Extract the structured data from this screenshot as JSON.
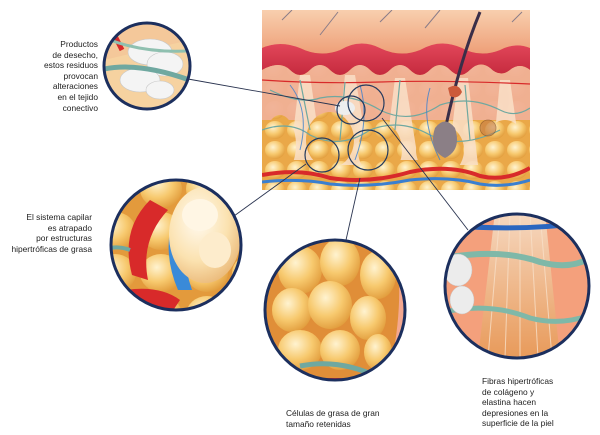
{
  "diagram": {
    "subject": "skin cross-section showing cellulite formation",
    "main_panel": {
      "name": "skin-cross-section",
      "layers": [
        "epidermis",
        "dermis",
        "hypodermis-fat"
      ]
    },
    "callouts": [
      {
        "id": "waste-products",
        "lines": [
          "Productos",
          "de desecho,",
          "estos residuos",
          "provocan",
          "alteraciones",
          "en el tejido",
          "conectivo"
        ]
      },
      {
        "id": "capillary-system",
        "lines": [
          "El sistema capilar",
          "es atrapado",
          "por estructuras",
          "hipertróficas de grasa"
        ]
      },
      {
        "id": "fat-cells",
        "lines": [
          "Células de grasa de gran",
          "tamaño retenidas"
        ]
      },
      {
        "id": "collagen-fibers",
        "lines": [
          "Fibras hipertróficas",
          "de colágeno y",
          "elastina hacen",
          "depresiones en la",
          "superficie de la piel"
        ]
      }
    ],
    "colors": {
      "ring": "#1c2f5e",
      "epidermis": "#f2b08a",
      "dermis_red": "#d8324a",
      "fat": "#f2c060",
      "fat_light": "#fbe3a8",
      "vein": "#3a7fd0",
      "artery": "#d82a2a",
      "connective": "#7fb8a8",
      "waste": "#e8e8e8"
    }
  }
}
